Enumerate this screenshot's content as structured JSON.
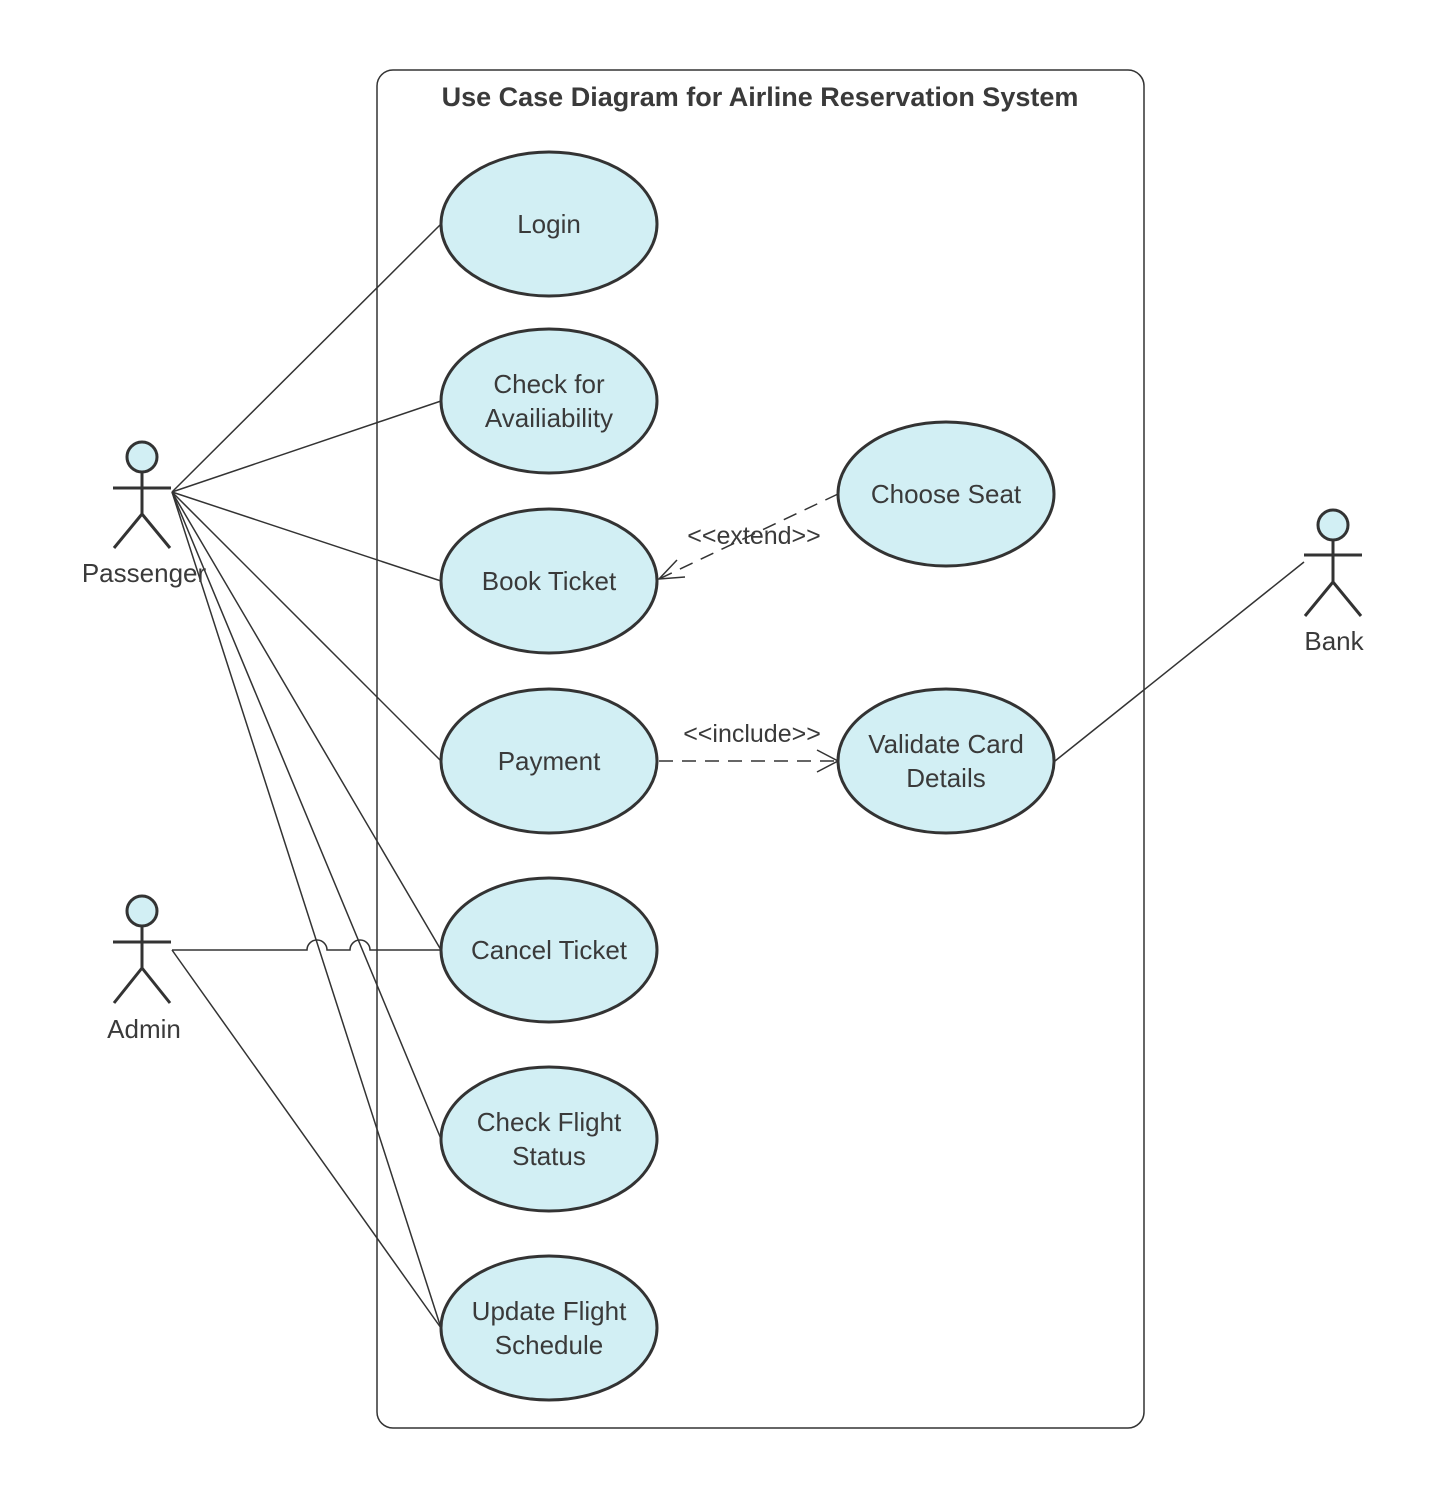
{
  "title": "Use Case Diagram for Airline Reservation System",
  "actors": {
    "passenger": "Passenger",
    "admin": "Admin",
    "bank": "Bank"
  },
  "use_cases": {
    "login": [
      "Login"
    ],
    "check_availability": [
      "Check for",
      "Availiability"
    ],
    "book_ticket": [
      "Book Ticket"
    ],
    "payment": [
      "Payment"
    ],
    "cancel_ticket": [
      "Cancel Ticket"
    ],
    "check_flight_status": [
      "Check Flight",
      "Status"
    ],
    "update_flight_schedule": [
      "Update Flight",
      "Schedule"
    ],
    "choose_seat": [
      "Choose Seat"
    ],
    "validate_card_details": [
      "Validate Card",
      "Details"
    ]
  },
  "relationships": {
    "extend": "<<extend>>",
    "include": "<<include>>"
  },
  "colors": {
    "use_case_fill": "#d2eff4",
    "stroke": "#333333",
    "text": "#3a3a3a"
  }
}
